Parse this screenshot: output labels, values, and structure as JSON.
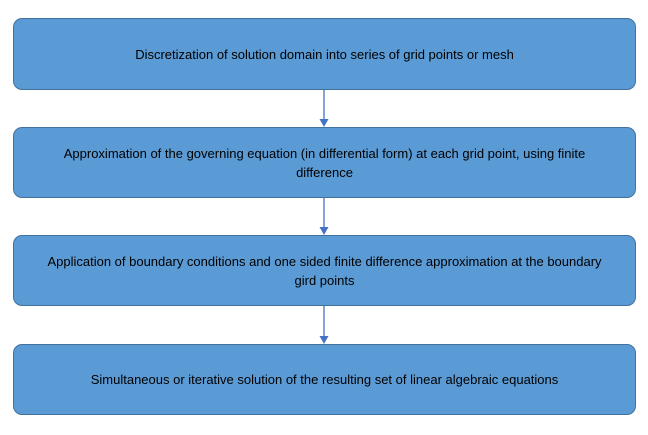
{
  "steps": [
    {
      "text": "Discretization of solution domain into series of grid points or mesh"
    },
    {
      "text": "Approximation of the governing equation (in differential form) at each grid point, using finite difference"
    },
    {
      "text": "Application of boundary conditions and one sided finite difference approximation at the boundary gird points"
    },
    {
      "text": "Simultaneous or iterative solution of the resulting set of linear algebraic equations"
    }
  ],
  "colors": {
    "box_fill": "#5b9bd5",
    "box_border": "#41719c",
    "arrow": "#4472c4",
    "text": "#000000"
  }
}
